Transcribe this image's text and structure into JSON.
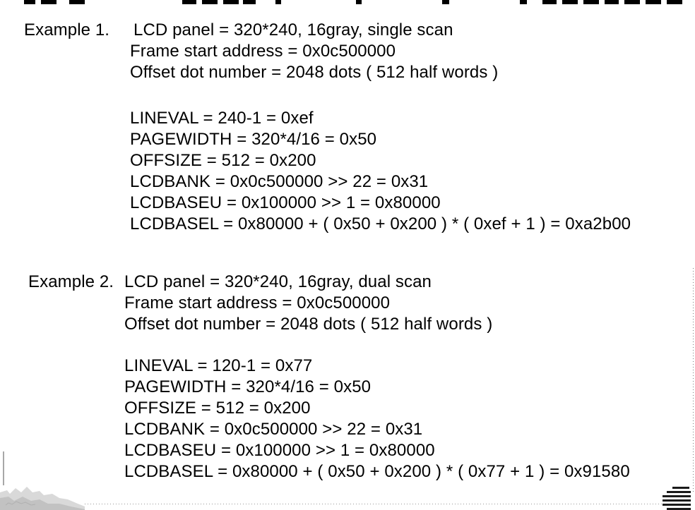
{
  "example1": {
    "heading": "Example 1.",
    "lines": [
      "LCD panel = 320*240, 16gray, single scan",
      "Frame start address = 0x0c500000",
      "Offset dot number = 2048 dots ( 512 half words )",
      "LINEVAL = 240-1 = 0xef",
      "PAGEWIDTH = 320*4/16 = 0x50",
      "OFFSIZE = 512 = 0x200",
      "LCDBANK = 0x0c500000 >> 22 = 0x31",
      "LCDBASEU = 0x100000 >> 1 = 0x80000",
      "LCDBASEL = 0x80000 + ( 0x50 + 0x200 ) * ( 0xef + 1 ) = 0xa2b00"
    ]
  },
  "example2": {
    "heading": "Example 2.",
    "lines": [
      "LCD panel = 320*240, 16gray, dual scan",
      "Frame start address = 0x0c500000",
      "Offset dot number = 2048 dots ( 512 half words )",
      "LINEVAL = 120-1 = 0x77",
      "PAGEWIDTH = 320*4/16 = 0x50",
      "OFFSIZE = 512 = 0x200",
      "LCDBANK = 0x0c500000 >> 22 = 0x31",
      "LCDBASEU = 0x100000 >> 1 = 0x80000",
      "LCDBASEL = 0x80000 + ( 0x50 + 0x200 ) * ( 0x77 + 1 ) = 0x91580"
    ]
  }
}
